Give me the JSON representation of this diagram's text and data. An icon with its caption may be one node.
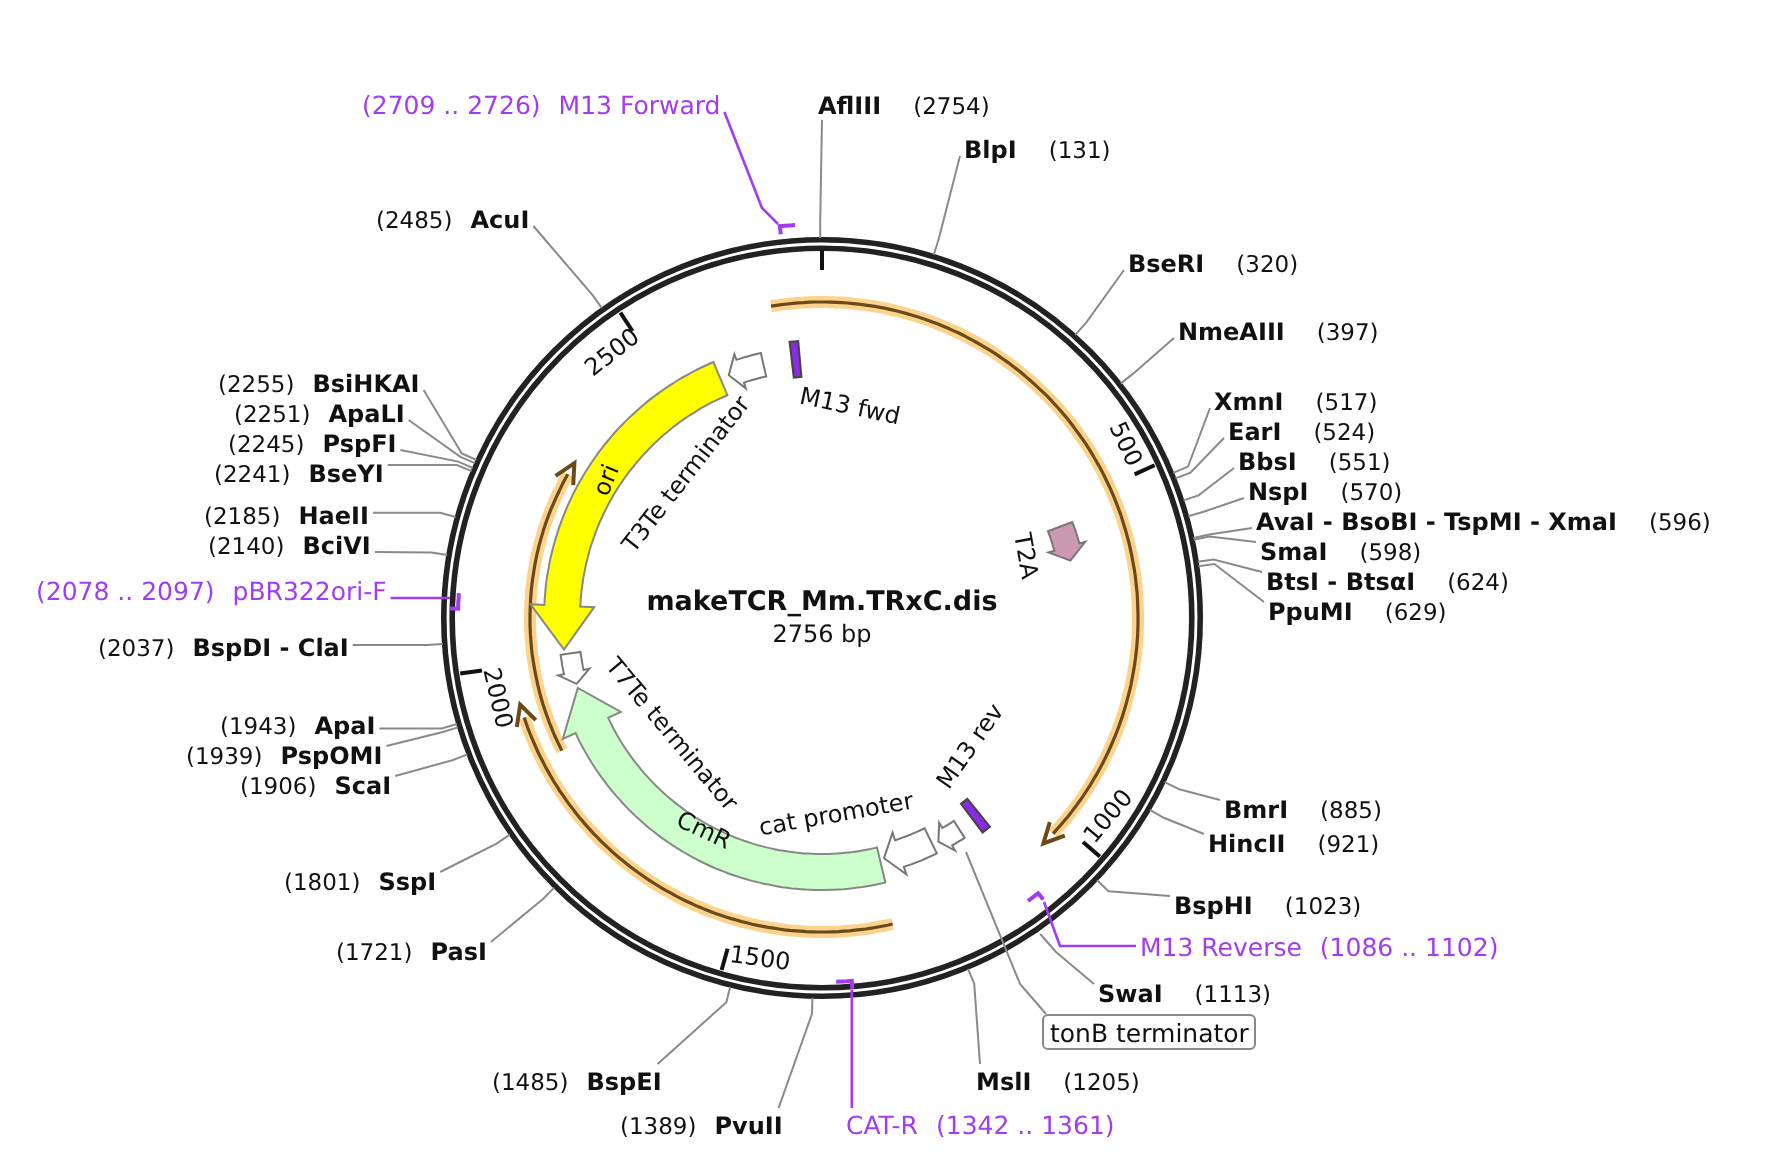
{
  "diagram": {
    "title": "makeTCR_Mm.TRxC.dis",
    "nodes": [
      {
        "text": [
          "(2709 .. 2726)",
          "M13 Forward"
        ]
      },
      {
        "text": [
          "AflIII",
          "(2754)"
        ]
      },
      {
        "text": [
          "BlpI",
          "(131)"
        ]
      },
      {
        "text": [
          "(2485)",
          "AcuI"
        ]
      },
      {
        "text": [
          "BseRI",
          "(320)"
        ]
      },
      {
        "text": [
          "NmeAIII",
          "(397)"
        ]
      },
      {
        "text": [
          "(2255)",
          "BsiHKAI"
        ]
      },
      {
        "text": [
          "XmnI",
          "(517)"
        ]
      },
      {
        "text": [
          "(2251)",
          "ApaLI"
        ]
      },
      {
        "text": [
          "EarI",
          "(524)"
        ]
      },
      {
        "text": [
          "(2245)",
          "PspFI"
        ]
      },
      {
        "text": [
          "BbsI",
          "(551)"
        ]
      },
      {
        "text": [
          "(2241)",
          "BseYI"
        ]
      },
      {
        "text": [
          "NspI",
          "(570)"
        ]
      },
      {
        "text": [
          "(2185)",
          "HaeII"
        ]
      },
      {
        "text": [
          "AvaI - BsoBI - TspMI - XmaI",
          "(596)"
        ]
      },
      {
        "text": [
          "(2140)",
          "BciVI"
        ]
      },
      {
        "text": [
          "SmaI",
          "(598)"
        ]
      },
      {
        "text": [
          "BtsI - BtsαI",
          "(624)"
        ]
      },
      {
        "text": [
          "(2078 .. 2097)",
          "pBR322ori-F"
        ]
      },
      {
        "text": [
          "PpuMI",
          "(629)"
        ]
      },
      {
        "text": [
          "(2037)",
          "BspDI - ClaI"
        ]
      },
      {
        "text": [
          "(1943)",
          "ApaI"
        ]
      },
      {
        "text": [
          "(1939)",
          "PspOMI"
        ]
      },
      {
        "text": [
          "(1906)",
          "ScaI"
        ]
      },
      {
        "text": [
          "BmrI",
          "(885)"
        ]
      },
      {
        "text": [
          "HincII",
          "(921)"
        ]
      },
      {
        "text": [
          "(1801)",
          "SspI"
        ]
      },
      {
        "text": [
          "BspHI",
          "(1023)"
        ]
      },
      {
        "text": [
          "M13 Reverse",
          "(1086 .. 1102)"
        ]
      },
      {
        "text": [
          "(1721)",
          "PasI"
        ]
      },
      {
        "text": [
          "SwaI",
          "(1113)"
        ]
      },
      {
        "text": [
          "tonB terminator"
        ]
      },
      {
        "text": [
          "(1485)",
          "BspEI"
        ]
      },
      {
        "text": [
          "MslI",
          "(1205)"
        ]
      },
      {
        "text": [
          "(1389)",
          "PvuII"
        ]
      },
      {
        "text": [
          "CAT-R",
          "(1342 .. 1361)"
        ]
      },
      {
        "text": [
          "T3Te terminator"
        ]
      },
      {
        "text": [
          "M13 fwd"
        ]
      },
      {
        "text": [
          "ori"
        ]
      },
      {
        "text": [
          "T2A"
        ]
      },
      {
        "text": [
          "T7Te terminator"
        ]
      },
      {
        "text": [
          "M13 rev"
        ]
      },
      {
        "text": [
          "cat promoter"
        ]
      },
      {
        "text": [
          "CmR"
        ]
      },
      {
        "text": [],
        "shape": "bar"
      },
      {
        "text": [],
        "shape": "bar"
      },
      {
        "text": [],
        "shape": "bar"
      },
      {
        "text": [],
        "shape": "bar"
      },
      {
        "text": [],
        "shape": "arrow"
      }
    ],
    "edges": [
      {
        "from": 0,
        "to": 45,
        "arrow": "none",
        "color": "#a23cf0"
      },
      {
        "from": 1,
        "to": null,
        "arrow": "none"
      },
      {
        "from": 2,
        "to": null,
        "arrow": "none"
      },
      {
        "from": 3,
        "to": null,
        "arrow": "none"
      },
      {
        "from": 4,
        "to": null,
        "arrow": "none"
      },
      {
        "from": 5,
        "to": null,
        "arrow": "none"
      },
      {
        "from": 6,
        "to": null,
        "arrow": "none"
      },
      {
        "from": 7,
        "to": null,
        "arrow": "none"
      },
      {
        "from": 8,
        "to": null,
        "arrow": "none"
      },
      {
        "from": 9,
        "to": null,
        "arrow": "none"
      },
      {
        "from": 10,
        "to": null,
        "arrow": "none"
      },
      {
        "from": 11,
        "to": null,
        "arrow": "none"
      },
      {
        "from": 12,
        "to": null,
        "arrow": "none"
      },
      {
        "from": 13,
        "to": null,
        "arrow": "none"
      },
      {
        "from": 14,
        "to": null,
        "arrow": "none"
      },
      {
        "from": 15,
        "to": null,
        "arrow": "none"
      },
      {
        "from": 16,
        "to": null,
        "arrow": "none"
      },
      {
        "from": 17,
        "to": null,
        "arrow": "none"
      },
      {
        "from": 18,
        "to": null,
        "arrow": "none"
      },
      {
        "from": 19,
        "to": 46,
        "arrow": "none",
        "color": "#a23cf0"
      },
      {
        "from": 20,
        "to": null,
        "arrow": "none"
      },
      {
        "from": 21,
        "to": null,
        "arrow": "none"
      },
      {
        "from": 22,
        "to": null,
        "arrow": "none"
      },
      {
        "from": 23,
        "to": null,
        "arrow": "none"
      },
      {
        "from": 24,
        "to": null,
        "arrow": "none"
      },
      {
        "from": 25,
        "to": null,
        "arrow": "none"
      },
      {
        "from": 26,
        "to": null,
        "arrow": "none"
      },
      {
        "from": 27,
        "to": null,
        "arrow": "none"
      },
      {
        "from": 28,
        "to": null,
        "arrow": "none"
      },
      {
        "from": 29,
        "to": 47,
        "arrow": "none",
        "color": "#a23cf0"
      },
      {
        "from": 30,
        "to": null,
        "arrow": "none"
      },
      {
        "from": 31,
        "to": null,
        "arrow": "none"
      },
      {
        "from": 32,
        "to": 49,
        "arrow": "none"
      },
      {
        "from": 33,
        "to": null,
        "arrow": "none"
      },
      {
        "from": 34,
        "to": null,
        "arrow": "none"
      },
      {
        "from": 35,
        "to": null,
        "arrow": "none"
      },
      {
        "from": 36,
        "to": 48,
        "arrow": "none",
        "color": "#a23cf0"
      }
    ],
    "labels": [
      "2756 bp",
      "500",
      "1000",
      "1500",
      "2000",
      "2500"
    ]
  }
}
